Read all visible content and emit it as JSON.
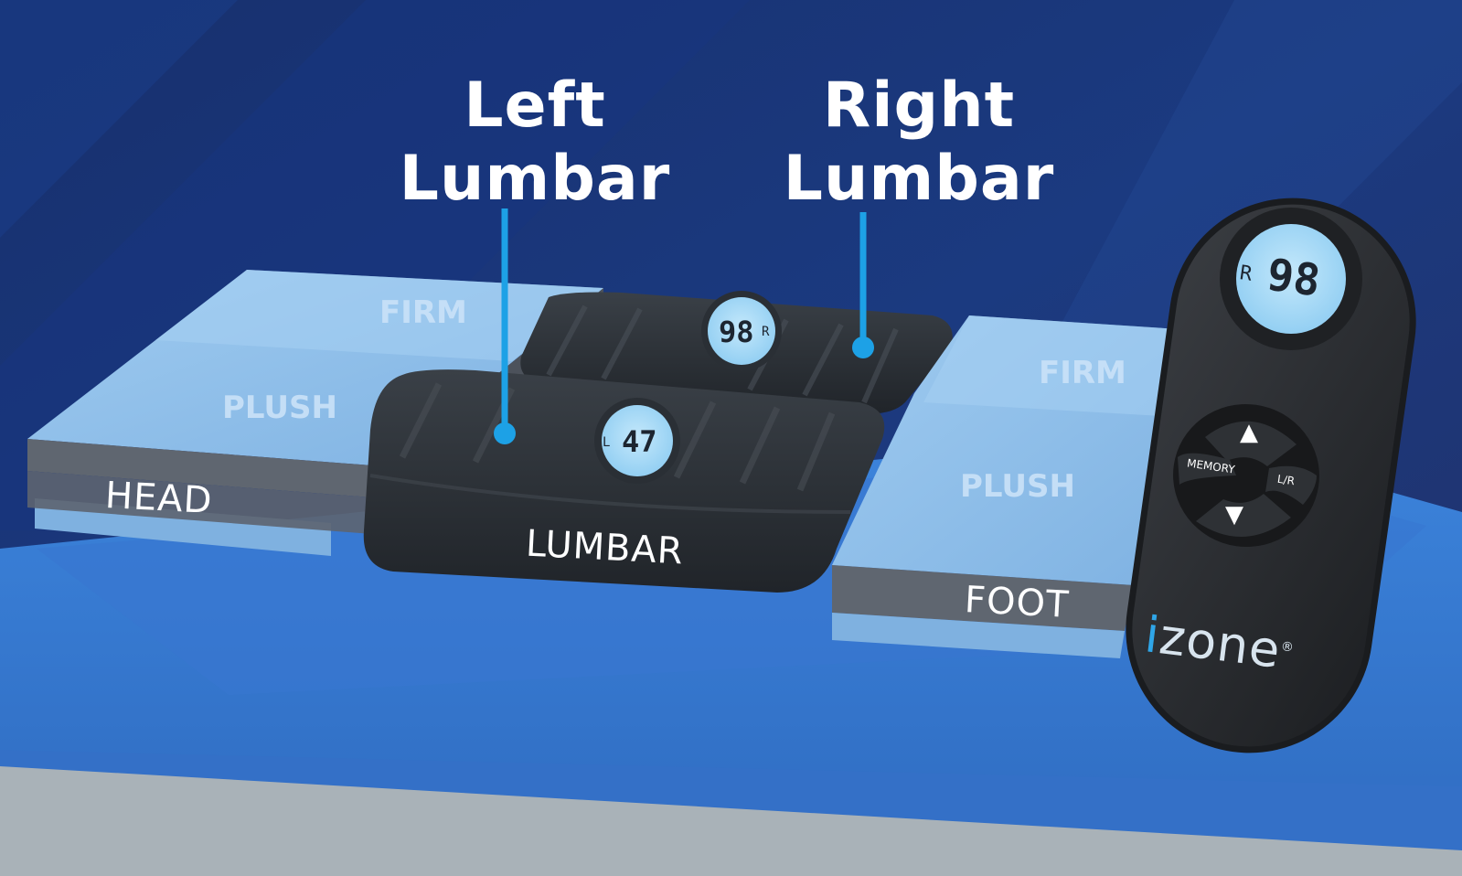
{
  "callouts": {
    "left": {
      "line1": "Left",
      "line2": "Lumbar"
    },
    "right": {
      "line1": "Right",
      "line2": "Lumbar"
    }
  },
  "head_section": {
    "firm_label": "FIRM",
    "plush_label": "PLUSH",
    "band_label": "HEAD"
  },
  "lumbar_section": {
    "band_label": "LUMBAR",
    "left_display": {
      "side": "L",
      "value": "47"
    },
    "right_display": {
      "side": "R",
      "value": "98"
    }
  },
  "foot_section": {
    "firm_label": "FIRM",
    "plush_label": "PLUSH",
    "band_label": "FOOT"
  },
  "remote": {
    "display": {
      "side": "R",
      "value": "98"
    },
    "buttons": {
      "up": "▲",
      "down": "▼",
      "memory": "MEMORY",
      "left_right": "L/R"
    },
    "brand_i": "i",
    "brand_rest": "zone",
    "brand_mark": "®"
  },
  "colors": {
    "background_dark": "#1c3066",
    "foam_light": "#8fbfe8",
    "foam_band": "#5e6570",
    "lumbar_pad": "#2b3036",
    "lcd": "#a9dcf7",
    "accent": "#1da1e6",
    "base_blue": "#3b7fd6"
  }
}
